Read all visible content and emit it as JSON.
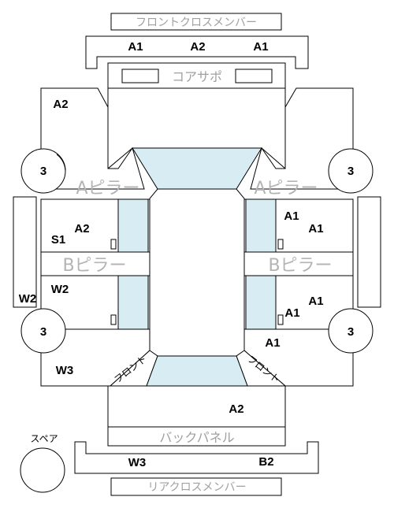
{
  "labels": {
    "front_cross_member": "フロントクロスメンバー",
    "core_support": "コアサポ",
    "a_pillar": "Aピラー",
    "b_pillar": "Bピラー",
    "back_panel": "バックパネル",
    "rear_cross_member": "リアクロスメンバー",
    "spare": "スペア",
    "front_diag_left": "フロント",
    "front_diag_right": "フロント"
  },
  "codes": {
    "front_member_left": "A1",
    "front_member_center": "A2",
    "front_member_right": "A1",
    "front_fender_left": "A2",
    "strut_left": "3",
    "strut_right": "3",
    "rear_strut_left": "3",
    "rear_strut_right": "3",
    "door_front_left": "A2",
    "door_front_left_s": "S1",
    "door_front_right_1": "A1",
    "door_front_right_2": "A1",
    "door_rear_left": "W2",
    "door_rear_right_1": "A1",
    "door_rear_right_2": "A1",
    "rocker_left": "W2",
    "quarter_left": "W3",
    "quarter_right": "A1",
    "trunk": "A2",
    "rear_member_left": "W3",
    "rear_member_right": "B2"
  },
  "colors": {
    "glass": "#d7ecf3",
    "outline": "#000000",
    "gray_label": "#a0a0a0"
  }
}
